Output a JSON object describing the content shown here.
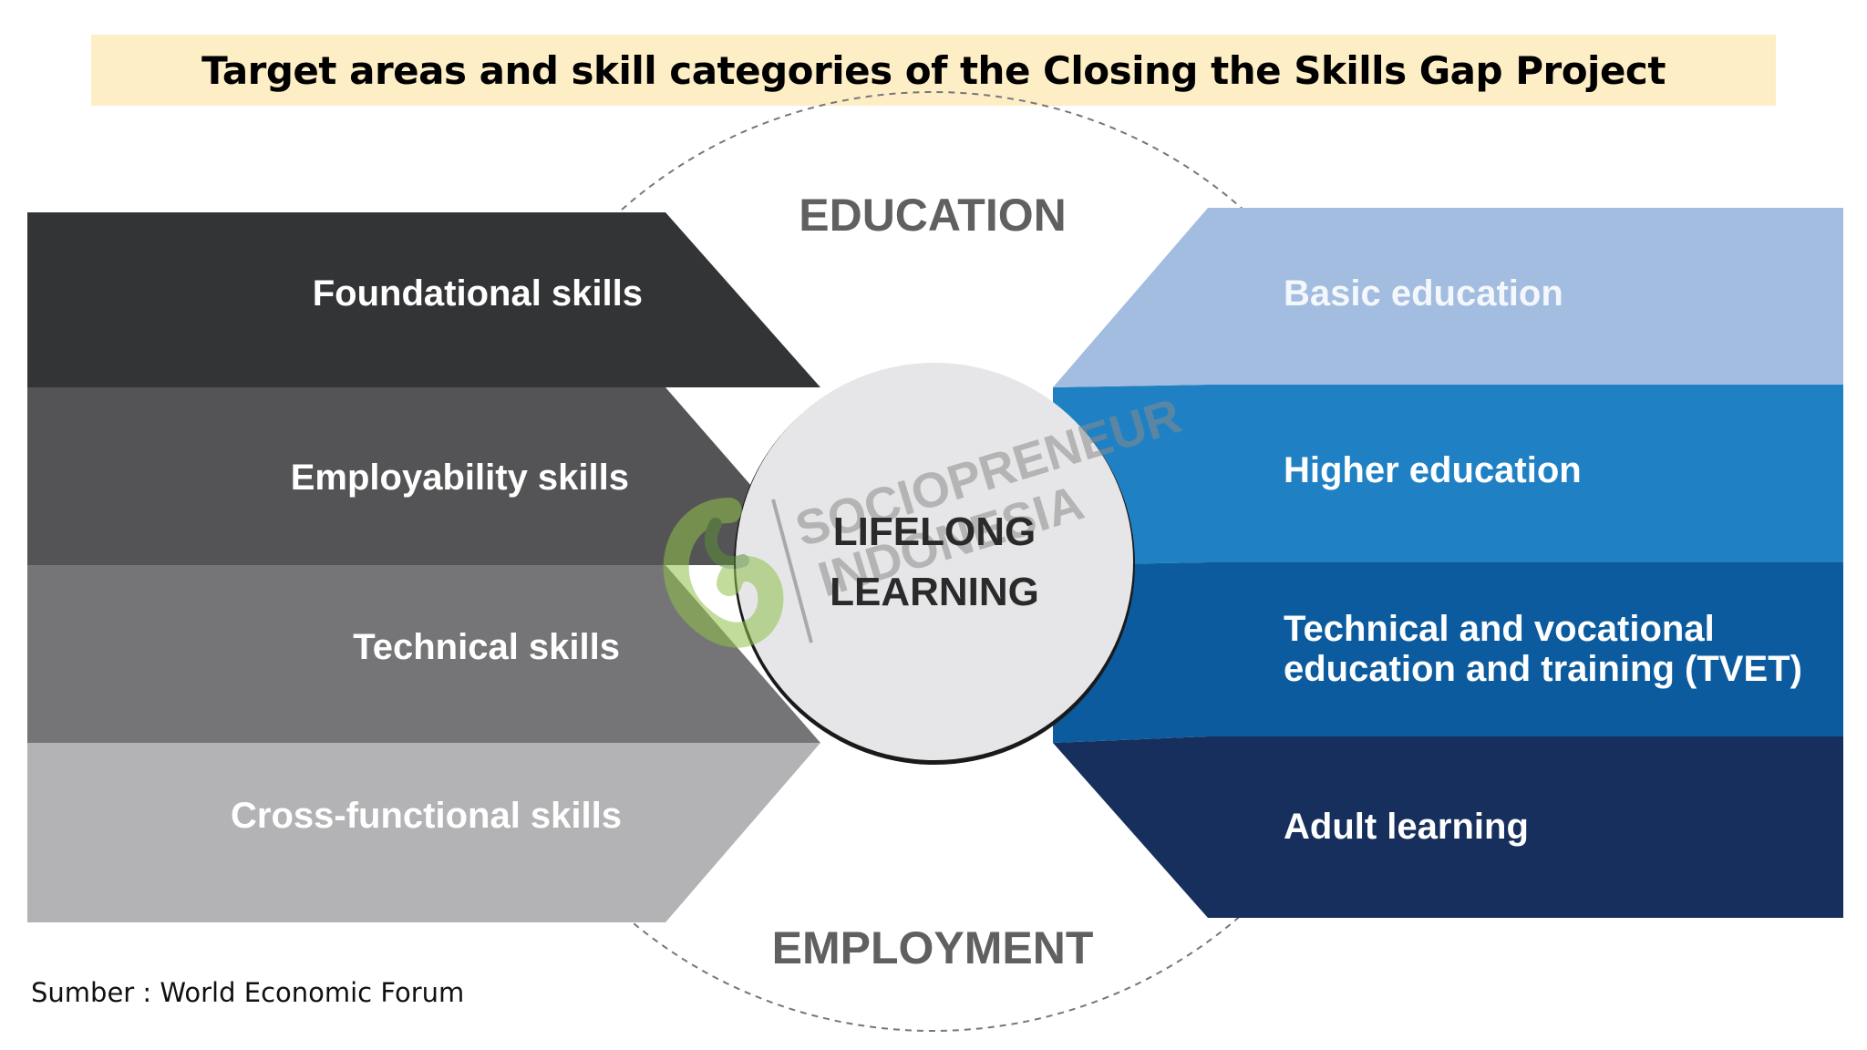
{
  "title": "Target areas and skill categories of the Closing the Skills Gap Project",
  "center": {
    "line1": "LIFELONG",
    "line2": "LEARNING"
  },
  "top_label": "EDUCATION",
  "bottom_label": "EMPLOYMENT",
  "skills": [
    {
      "label": "Foundational skills",
      "color": "#333436"
    },
    {
      "label": "Employability skills",
      "color": "#545456"
    },
    {
      "label": "Technical skills",
      "color": "#757577"
    },
    {
      "label": "Cross-functional skills",
      "color": "#b3b3b5"
    }
  ],
  "education_areas": [
    {
      "label": "Basic education",
      "color": "#a3bde0"
    },
    {
      "label": "Higher education",
      "color": "#1f81c4"
    },
    {
      "label_line1": "Technical and vocational",
      "label_line2": "education and training (TVET)",
      "color": "#0b5b9e"
    },
    {
      "label": "Adult learning",
      "color": "#172f5c"
    }
  ],
  "watermark": {
    "line1": "SOCIOPRENEUR",
    "line2": "INDONESIA"
  },
  "source": "Sumber : World Economic Forum"
}
